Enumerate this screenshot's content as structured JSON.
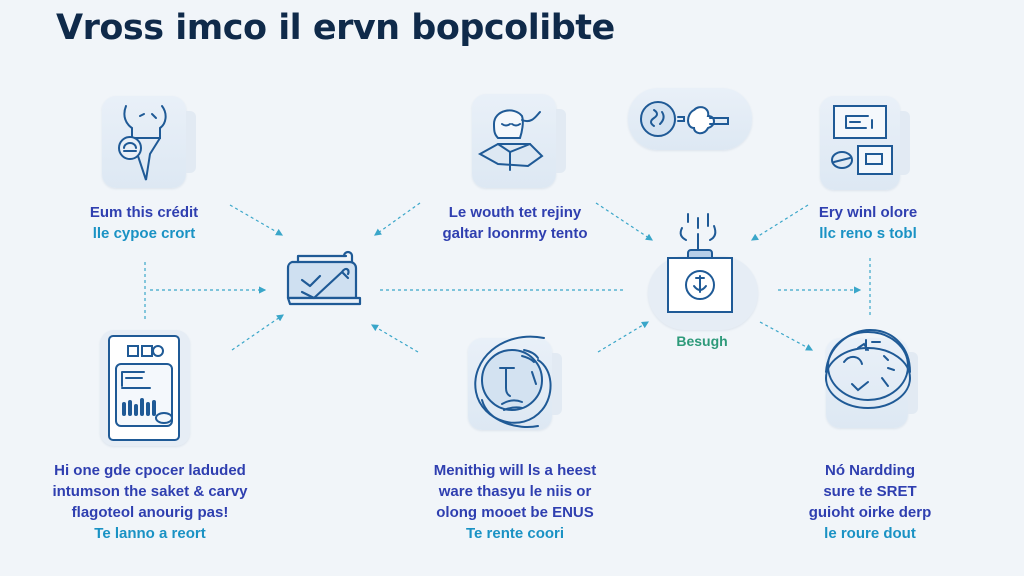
{
  "title": "Vross imco il ervn bopcolibte",
  "colors": {
    "background": "#f1f5f9",
    "title": "#0f2a4a",
    "primary_text": "#2f3fb0",
    "secondary_text": "#1a92c4",
    "icon_stroke": "#1f5a96",
    "connector": "#3aa6c9",
    "accent_green": "#2e9a7a"
  },
  "nodes": {
    "top_left": {
      "icon": "robot-head-badge-icon",
      "line1": "Eum this crédit",
      "line2": "lle cypoe crort"
    },
    "top_center": {
      "icon": "character-with-box-icon",
      "line1": "Le wouth tet rejiny",
      "line2": "galtar loonrmy tento"
    },
    "top_center_right": {
      "icon": "face-and-cloud-icon"
    },
    "top_right": {
      "icon": "dashboard-screens-icon",
      "line1": "Ery winl olore",
      "line2": "llc reno s tobl"
    },
    "center_hub": {
      "icon": "folder-checkmark-icon"
    },
    "right_hub": {
      "icon": "clipboard-anchor-icon",
      "caption": "Besugh"
    },
    "bottom_left": {
      "icon": "tablet-chart-icon",
      "lines": [
        "Hi one gde cpocer laduded",
        "intumson the saket & carvy",
        "flagoteol anourig pas!"
      ],
      "link": "Te lanno a reort"
    },
    "bottom_center": {
      "icon": "globe-orbit-icon",
      "lines": [
        "Menithig will ls a heest",
        "ware thasyu le niis or",
        "olong mooet be ENUS"
      ],
      "link": "Te rente coori"
    },
    "bottom_right": {
      "icon": "recycle-disc-icon",
      "lines": [
        "Nó Nardding",
        "sure te SRET",
        "guioht oirke derp"
      ],
      "link": "le roure dout"
    }
  }
}
